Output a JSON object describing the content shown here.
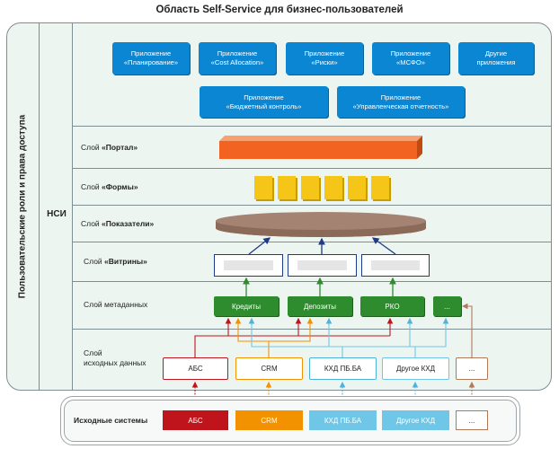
{
  "title": "Область Self-Service для бизнес-пользователей",
  "sidebar": {
    "roles_label": "Пользовательские роли и права доступа",
    "nsi_label": "НСИ"
  },
  "apps_row1": [
    {
      "line1": "Приложение",
      "line2": "«Планирование»"
    },
    {
      "line1": "Приложение",
      "line2": "«Cost Allocation»"
    },
    {
      "line1": "Приложение",
      "line2": "«Риски»"
    },
    {
      "line1": "Приложение",
      "line2": "«МСФО»"
    },
    {
      "line1": "Другие",
      "line2": "приложения"
    }
  ],
  "apps_row2": [
    {
      "line1": "Приложение",
      "line2": "«Бюджетный контроль»"
    },
    {
      "line1": "Приложение",
      "line2": "«Управленческая отчетность»"
    }
  ],
  "layers": {
    "portal": {
      "prefix": "Слой ",
      "name": "«Портал»"
    },
    "forms": {
      "prefix": "Слой ",
      "name": "«Формы»"
    },
    "indicators": {
      "prefix": "Слой ",
      "name": "«Показатели»"
    },
    "marts": {
      "prefix": "Слой ",
      "name": "«Витрины»"
    },
    "metadata": {
      "label": "Слой метаданных"
    },
    "source": {
      "line1": "Слой",
      "line2": "исходных данных"
    }
  },
  "metadata_items": [
    "Кредиты",
    "Депозиты",
    "РКО",
    "..."
  ],
  "source_items": [
    {
      "label": "АБС",
      "color": "#c0141c"
    },
    {
      "label": "CRM",
      "color": "#f39200"
    },
    {
      "label": "КХД ПБ.БА",
      "color": "#4fb3d9"
    },
    {
      "label": "Другое КХД",
      "color": "#6fc6e6"
    },
    {
      "label": "...",
      "color": "#b07a5a"
    }
  ],
  "source_systems": {
    "label": "Исходные системы",
    "items": [
      {
        "label": "АБС",
        "color": "#c0141c"
      },
      {
        "label": "CRM",
        "color": "#f39200"
      },
      {
        "label": "КХД ПБ.БА",
        "color": "#6fc6e6"
      },
      {
        "label": "Другое КХД",
        "color": "#6fc6e6"
      },
      {
        "label": "...",
        "color": "#ffffff"
      }
    ]
  },
  "colors": {
    "app_blue": "#0b86d3",
    "portal_orange": "#f26322",
    "forms_yellow": "#f5c518",
    "indicators_brown": "#a58372",
    "marts_navy": "#1f3a8a",
    "metadata_green": "#2e8b2e",
    "panel_bg": "#edf5f1"
  }
}
